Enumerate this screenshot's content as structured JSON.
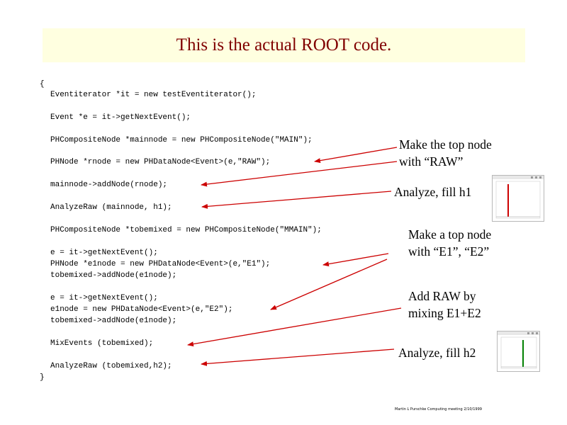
{
  "slide": {
    "title": "This is the actual ROOT code.",
    "code_lines": [
      "{",
      "Eventiterator *it = new testEventiterator();",
      "Event *e = it->getNextEvent();",
      "PHCompositeNode *mainnode = new PHCompositeNode(\"MAIN\");",
      "PHNode *rnode = new PHDataNode<Event>(e,\"RAW\");",
      "mainnode->addNode(rnode);",
      "AnalyzeRaw (mainnode, h1);",
      "PHCompositeNode *tobemixed = new PHCompositeNode(\"MMAIN\");",
      "e = it->getNextEvent();",
      "PHNode *e1node = new PHDataNode<Event>(e,\"E1\");",
      "tobemixed->addNode(e1node);",
      "e = it->getNextEvent();",
      "e1node = new PHDataNode<Event>(e,\"E2\");",
      "tobemixed->addNode(e1node);",
      "MixEvents (tobemixed);",
      "AnalyzeRaw (tobemixed,h2);",
      "}"
    ],
    "annotations": {
      "top_node_l1": "Make the top node",
      "top_node_l2": "with “RAW”",
      "fill_h1": "Analyze, fill h1",
      "top_node_e_l1": "Make a top node",
      "top_node_e_l2": "with “E1”, “E2”",
      "add_raw_l1": "Add RAW by",
      "add_raw_l2": "mixing E1+E2",
      "fill_h2": "Analyze, fill h2"
    },
    "footer": "Martin L Purschke Computing meeting 2/10/1999",
    "colors": {
      "title": "#800000",
      "title_bg": "#ffffe0",
      "arrow": "#cc0000",
      "h1_line": "#cc0000",
      "h2_line": "#008000"
    },
    "thumbnails": [
      {
        "name": "h1-histogram-thumbnail",
        "line_color": "red"
      },
      {
        "name": "h2-histogram-thumbnail",
        "line_color": "green"
      }
    ]
  }
}
